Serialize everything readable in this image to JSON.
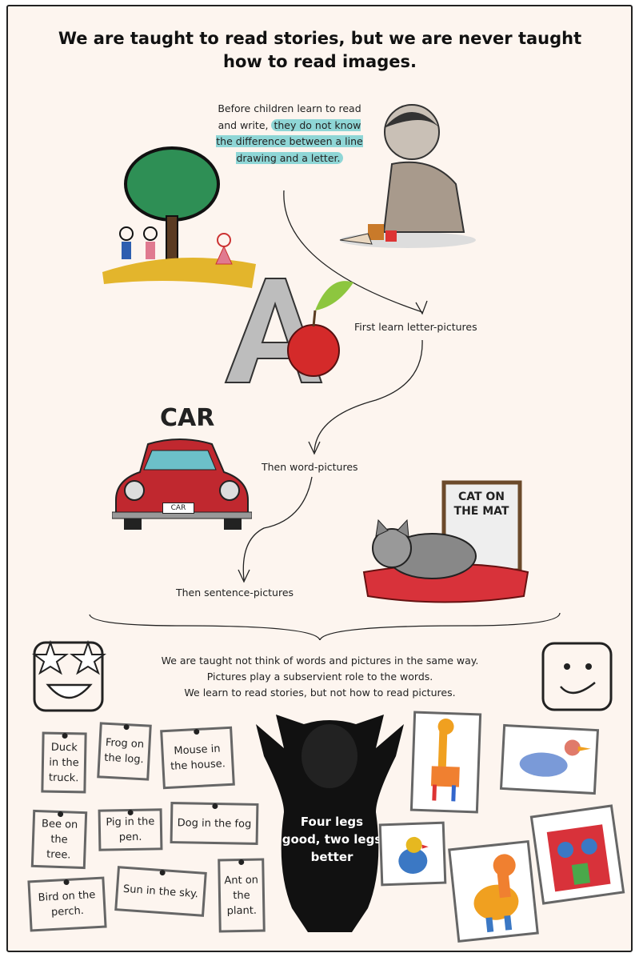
{
  "title": "We are taught to read stories, but we are never taught how to read images.",
  "intro": {
    "plain": "Before children learn to read and write,",
    "highlight": "they do not know the difference between a line drawing and a letter."
  },
  "steps": {
    "letter": "First learn letter-pictures",
    "word": "Then word-pictures",
    "sentence": "Then sentence-pictures"
  },
  "illustration_text": {
    "car_title": "CAR",
    "car_plate": "CAR",
    "cat_sign": "CAT ON THE MAT"
  },
  "paragraph": [
    "We are taught not think of words and pictures in the same way.",
    "Pictures play a subservient role to the words.",
    "We learn to read stories, but not how to read pictures."
  ],
  "notes": [
    "Duck in the truck.",
    "Frog on the log.",
    "Mouse in the house.",
    "Bee on the tree.",
    "Pig in the pen.",
    "Dog in the fog",
    "Bird on the perch.",
    "Sun in the sky.",
    "Ant on the plant."
  ],
  "pig_text": "Four legs good, two legs better",
  "colors": {
    "background": "#fdf5ef",
    "highlight": "#8fd6d6",
    "car": "#c0282f",
    "cushion": "#d8323a"
  }
}
